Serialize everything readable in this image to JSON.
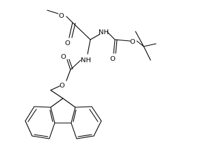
{
  "molecule": {
    "atom_labels": {
      "ester_o_top": "O",
      "ester_o_carbonyl": "O",
      "nh_top": "NH",
      "boc_o_carbonyl": "O",
      "boc_o_ether": "O",
      "nh_mid": "NH",
      "fmoc_o_carbonyl": "O",
      "fmoc_o_ether": "O"
    }
  }
}
